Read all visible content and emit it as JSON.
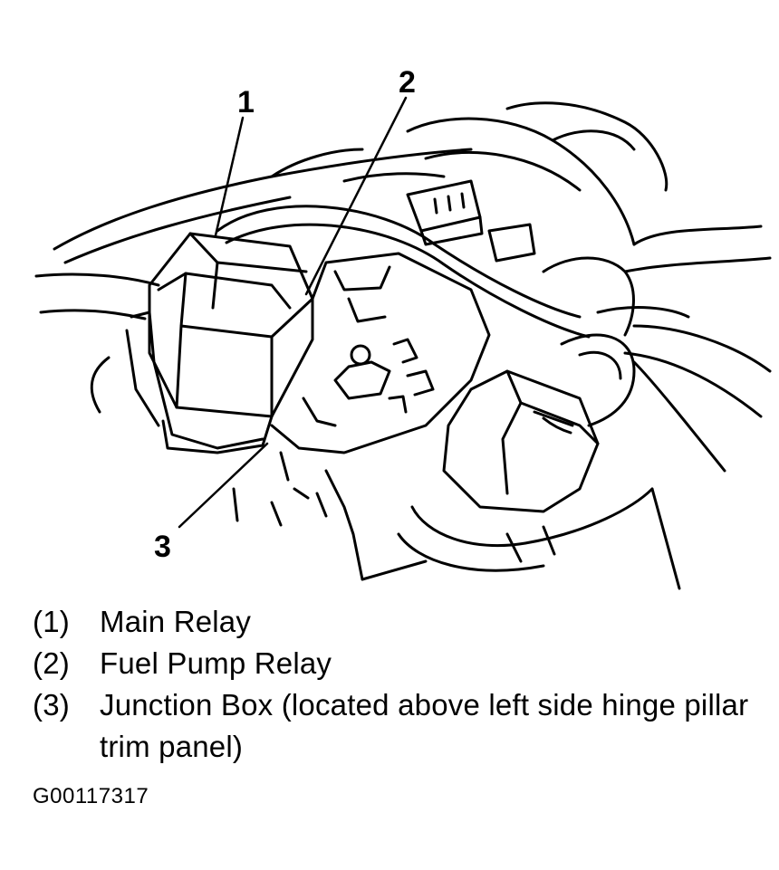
{
  "diagram": {
    "callouts": [
      "1",
      "2",
      "3"
    ]
  },
  "legend": [
    {
      "num": "(1)",
      "text": "Main Relay"
    },
    {
      "num": "(2)",
      "text": "Fuel Pump Relay"
    },
    {
      "num": "(3)",
      "text": "Junction Box (located above left side hinge pillar trim panel)"
    }
  ],
  "figure_id": "G00117317"
}
